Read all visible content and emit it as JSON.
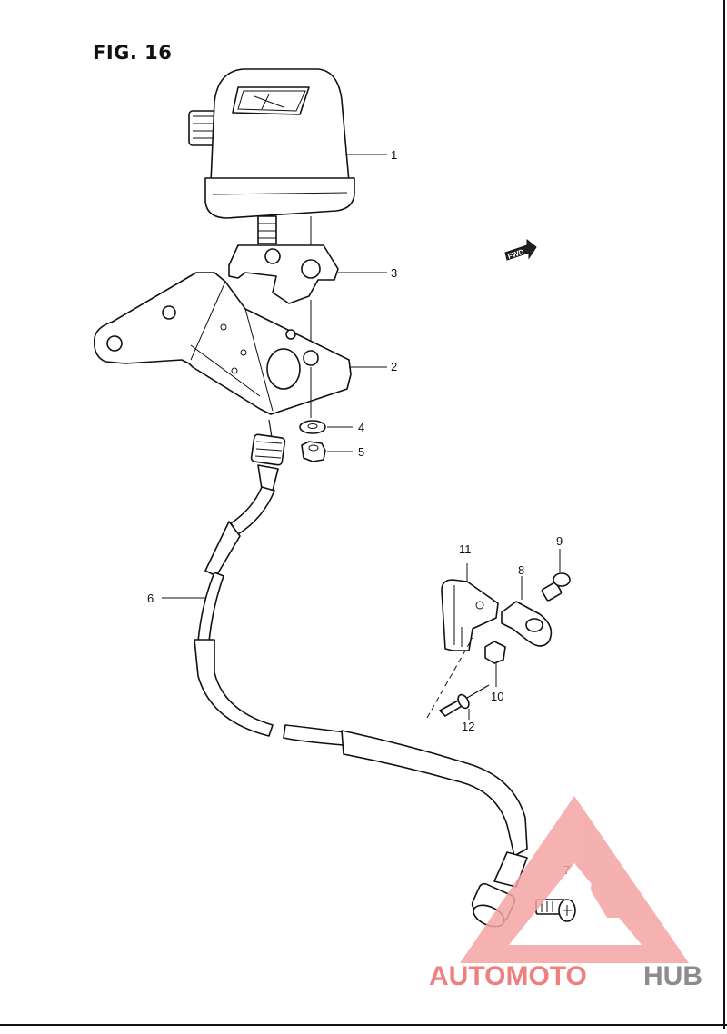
{
  "figure": {
    "title": "FIG. 16"
  },
  "fwd_label": "FWD",
  "callouts": [
    "1",
    "2",
    "3",
    "4",
    "5",
    "6",
    "7",
    "8",
    "9",
    "10",
    "11",
    "12"
  ],
  "watermark": {
    "text_a": "AUTOMOTO",
    "text_b": "HUB",
    "color_a": "#f08080",
    "color_b": "#8c8c8c",
    "logo_color": "#f4a3a3"
  }
}
